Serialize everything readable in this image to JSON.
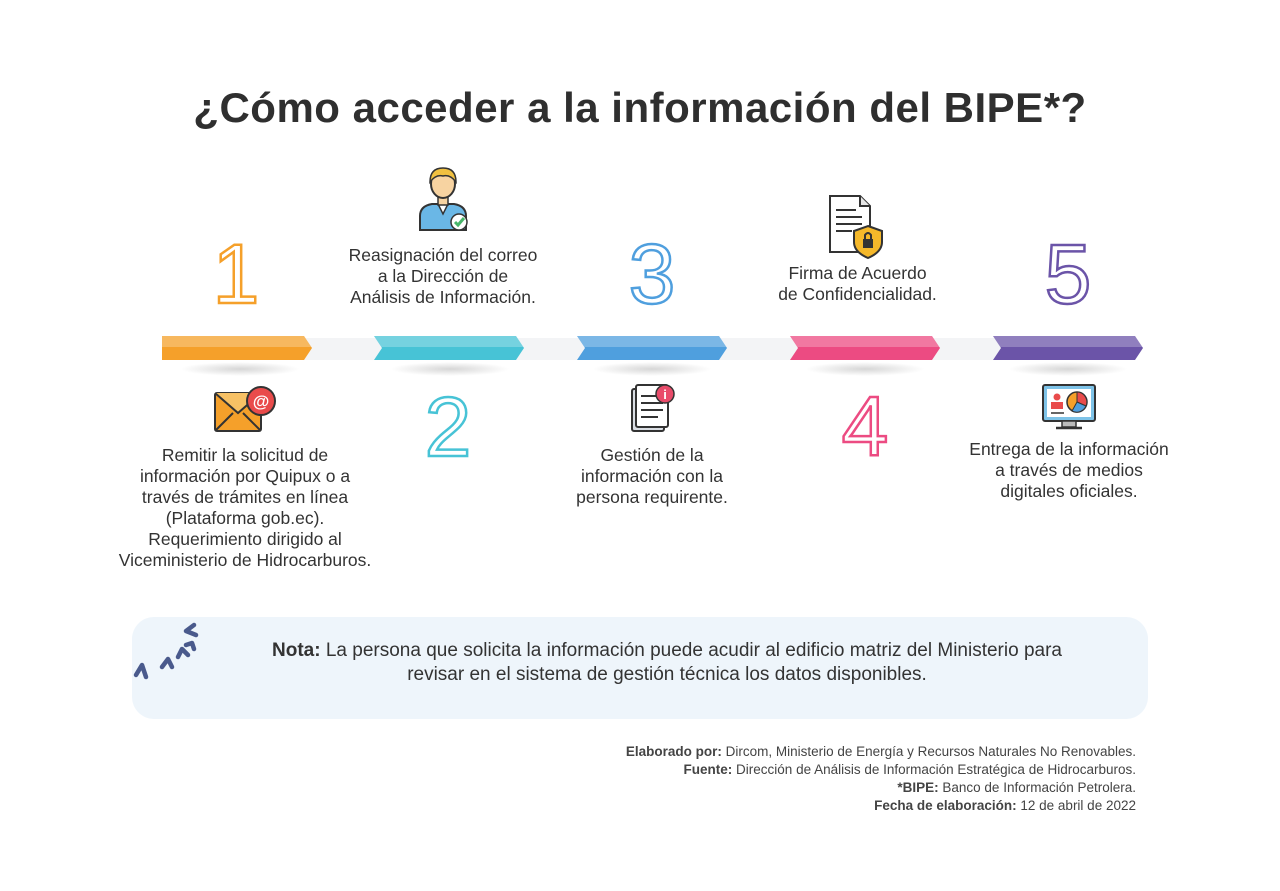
{
  "title": "¿Cómo acceder a la información del BIPE*?",
  "colors": {
    "step1": "#f5a02a",
    "step2": "#47c3d6",
    "step3": "#4f9fde",
    "step4": "#ec4b82",
    "step5": "#6b54a8",
    "note_bg": "#eef5fb",
    "arrows": "#4a5a8c"
  },
  "steps": [
    {
      "number": "1",
      "text": "Remitir la solicitud de información por Quipux o a través de trámites en línea (Plataforma gob.ec). Requerimiento dirigido al Viceministerio de Hidrocarburos.",
      "lines": [
        "Remitir la solicitud de",
        "información por Quipux o a",
        "través de trámites en línea",
        "(Plataforma gob.ec).",
        "Requerimiento dirigido al",
        "Viceministerio de Hidrocarburos."
      ],
      "icon": "email-icon"
    },
    {
      "number": "2",
      "lines": [
        "Reasignación del correo",
        "a la Dirección de",
        "Análisis de Información."
      ],
      "icon": "employee-icon"
    },
    {
      "number": "3",
      "lines": [
        "Gestión de la",
        "información con la",
        "persona requirente."
      ],
      "icon": "document-info-icon"
    },
    {
      "number": "4",
      "lines": [
        "Firma de Acuerdo",
        "de Confidencialidad."
      ],
      "icon": "confidential-document-icon"
    },
    {
      "number": "5",
      "lines": [
        "Entrega de la información",
        "a través de medios",
        "digitales oficiales."
      ],
      "icon": "monitor-chart-icon"
    }
  ],
  "note": {
    "label": "Nota:",
    "text": " La persona que solicita la información puede acudir al edificio matriz del Ministerio para revisar en el sistema de gestión técnica los datos disponibles."
  },
  "credits": [
    {
      "label": "Elaborado por:",
      "value": " Dircom, Ministerio de Energía y Recursos Naturales No Renovables."
    },
    {
      "label": "Fuente:",
      "value": " Dirección de Análisis de Información Estratégica de Hidrocarburos."
    },
    {
      "label": "*BIPE:",
      "value": " Banco de Información Petrolera."
    },
    {
      "label": "Fecha de elaboración:",
      "value": " 12 de abril de 2022"
    }
  ]
}
